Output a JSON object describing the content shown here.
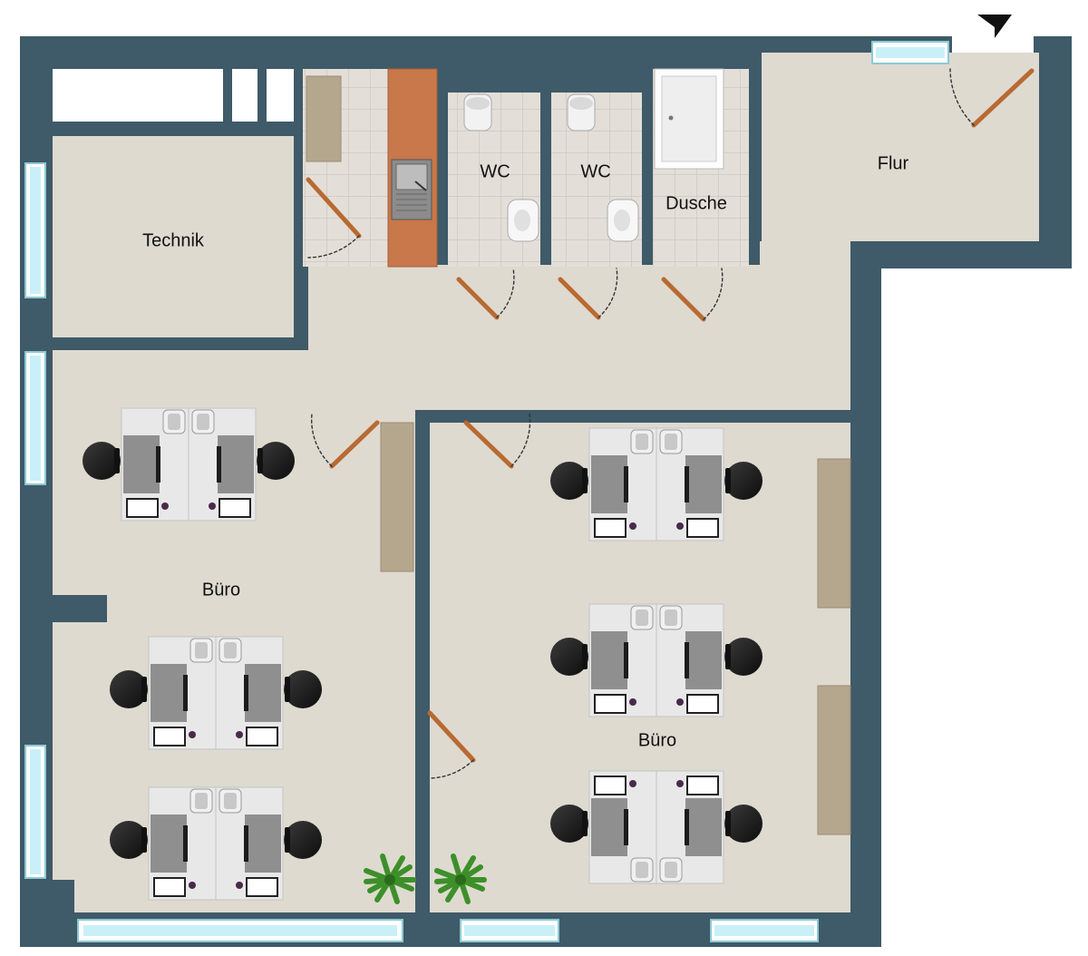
{
  "rooms": {
    "technik": "Technik",
    "wc_1": "WC",
    "wc_2": "WC",
    "dusche": "Dusche",
    "flur": "Flur",
    "buero_west": "Büro",
    "buero_east": "Büro"
  },
  "colors": {
    "wall": "#3f5a68",
    "floor": "#dedad0",
    "tile": "#e3dfd8",
    "tile_line": "#c9c4bb",
    "counter": "#c8784a",
    "cabinet": "#b5a68e",
    "window": "#c9f0f7",
    "door": "#b86a32",
    "desk": "#e8e8e8",
    "chair": "#1a1a1a"
  },
  "icons": [
    "entrance-arrow-icon",
    "toilet-icon",
    "sink-icon",
    "shower-tray-icon",
    "kitchen-sink-icon",
    "plant-icon",
    "office-chair-icon",
    "monitor-icon",
    "laptop-icon"
  ]
}
